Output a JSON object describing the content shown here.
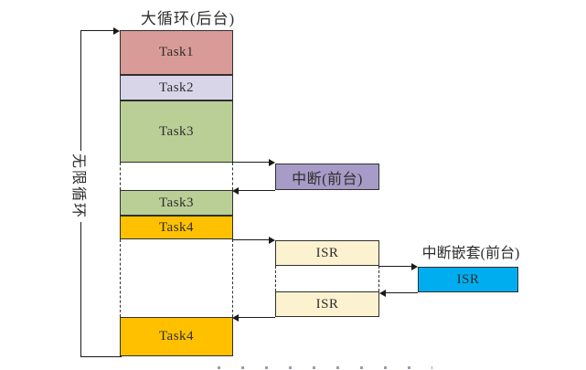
{
  "title": "大循环(后台)",
  "infinite_loop_label": "无限循环",
  "background_column": {
    "blocks": [
      {
        "label": "Task1",
        "color": "#d99b98"
      },
      {
        "label": "Task2",
        "color": "#d9d5e8"
      },
      {
        "label": "Task3",
        "color": "#b9cf96"
      },
      {
        "label": "Task3",
        "color": "#b9cf96"
      },
      {
        "label": "Task4",
        "color": "#ffc000"
      },
      {
        "label": "Task4",
        "color": "#ffc000"
      }
    ]
  },
  "interrupt_box": {
    "label": "中断(前台)",
    "color": "#a79bc7"
  },
  "isr_boxes": [
    {
      "label": "ISR",
      "color": "#fcf2d0"
    },
    {
      "label": "ISR",
      "color": "#fcf2d0"
    }
  ],
  "nested_interrupt": {
    "title": "中断嵌套(前台)",
    "box_label": "ISR",
    "color": "#00aeef"
  },
  "palette": {
    "line": "#1a1a1a",
    "box_border": "#2f2f2f"
  }
}
